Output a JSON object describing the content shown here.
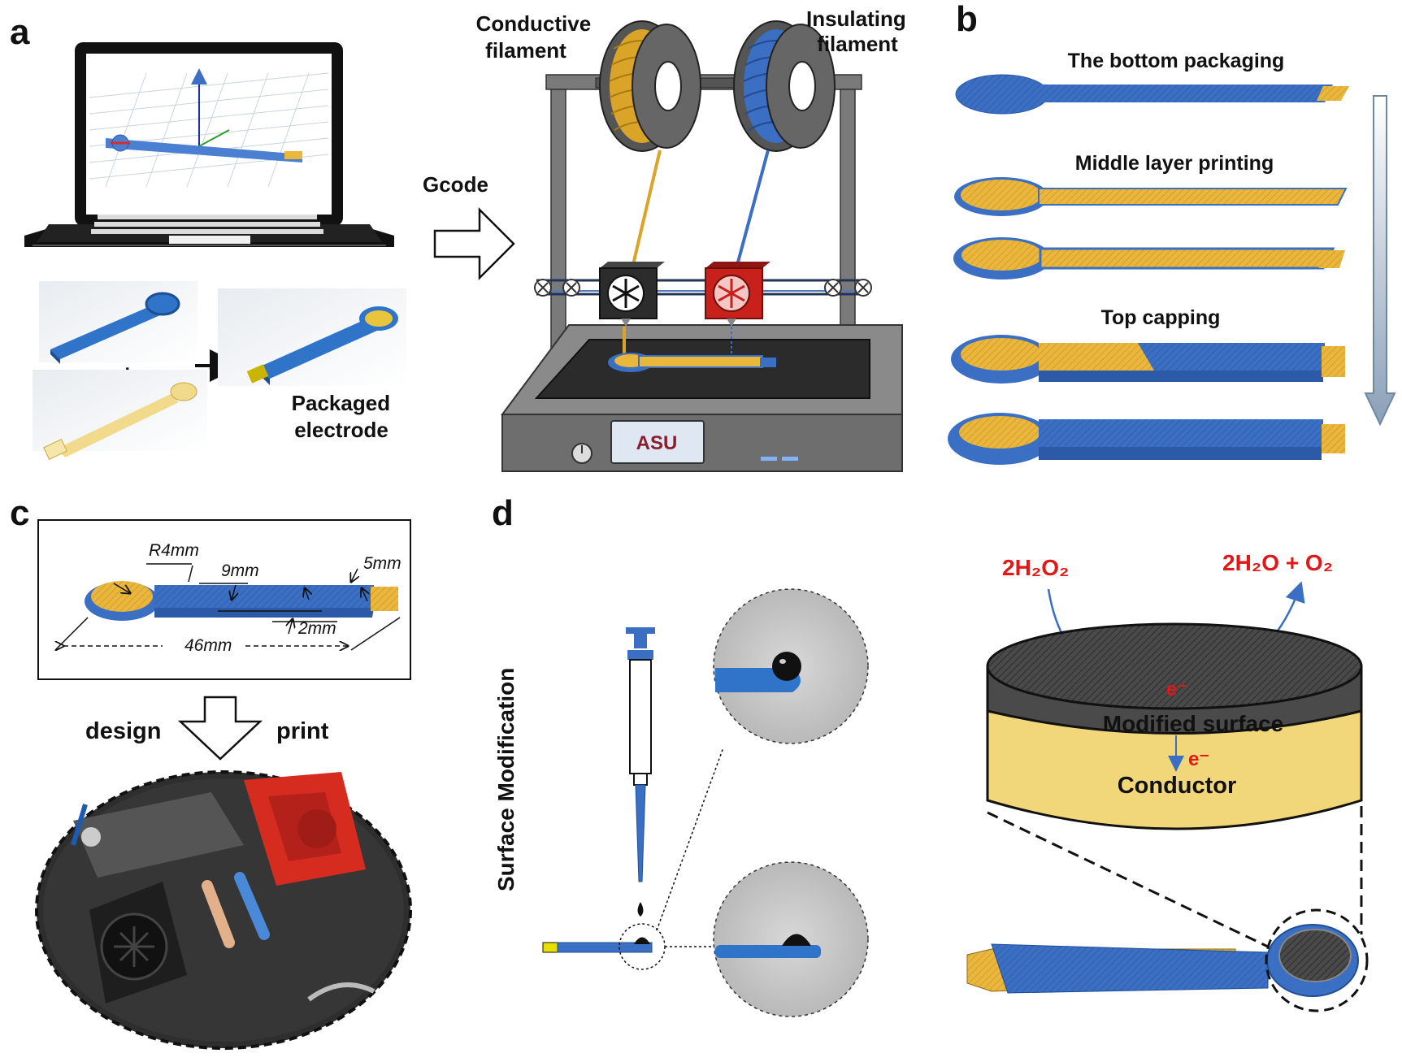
{
  "panels": {
    "a": {
      "letter": "a",
      "conductive_filament": [
        "Conductive",
        "filament"
      ],
      "insulating_filament": [
        "Insulating",
        "filament"
      ],
      "gcode": "Gcode",
      "plus": "+",
      "packaged_electrode": [
        "Packaged",
        "electrode"
      ],
      "screen_logo": "ASU"
    },
    "b": {
      "letter": "b",
      "steps": [
        "The bottom packaging",
        "Middle layer printing",
        "Top capping"
      ]
    },
    "c": {
      "letter": "c",
      "dimensions": {
        "radius": "R4mm",
        "width": "9mm",
        "tip": "5mm",
        "gap": "2mm",
        "length": "46mm"
      },
      "design": "design",
      "print": "print"
    },
    "d": {
      "letter": "d",
      "vertical_label": "Surface Modification",
      "reactant": "2H₂O₂",
      "products": "2H₂O + O₂",
      "electron": "e⁻",
      "modified_surface": "Modified surface",
      "conductor": "Conductor"
    }
  },
  "colors": {
    "blue": "#3a6fc4",
    "blue_dark": "#27509a",
    "yellow": "#e9b73b",
    "yellow_light": "#f3d27a",
    "printer_gray": "#6b6b6b",
    "extruder_red": "#c8201b",
    "reaction_red": "#e01818",
    "surface_gray": "#4a4a4a"
  }
}
